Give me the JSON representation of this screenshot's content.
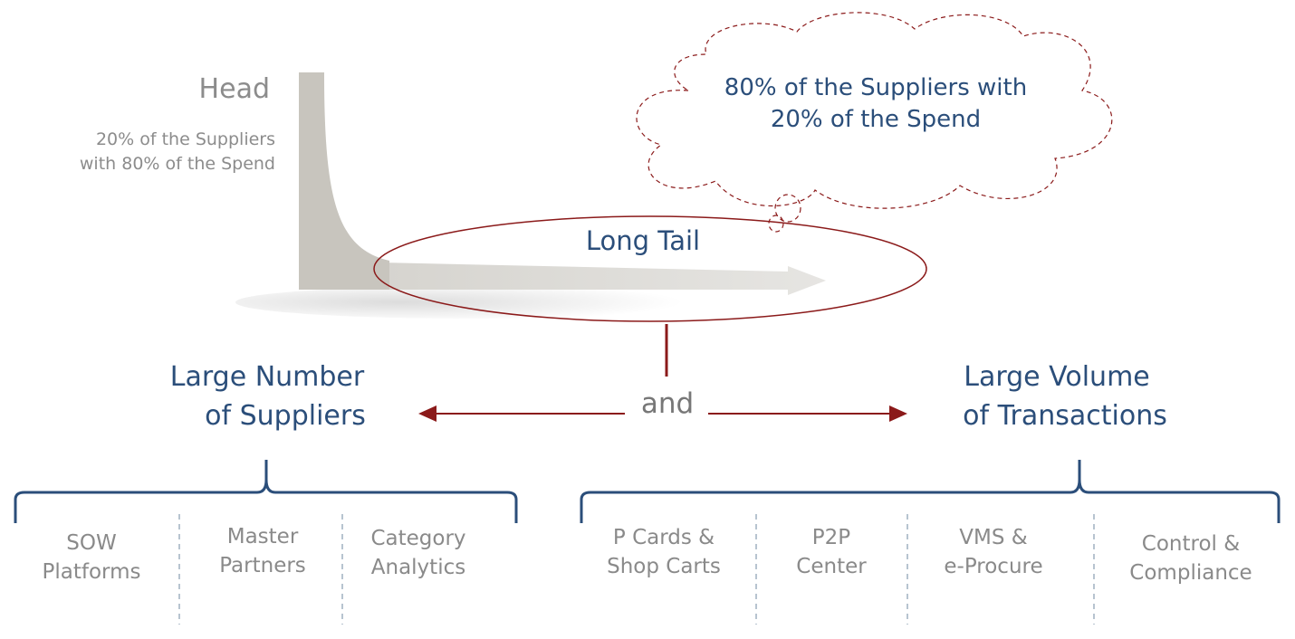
{
  "head": {
    "title": "Head",
    "line1": "20% of the Suppliers",
    "line2": "with 80% of the Spend"
  },
  "cloud": {
    "line1": "80% of the Suppliers with",
    "line2": "20% of the Spend"
  },
  "long_tail": "Long Tail",
  "connector": "and",
  "left_group": {
    "line1": "Large Number",
    "line2": "of Suppliers",
    "items": [
      {
        "l1": "SOW",
        "l2": "Platforms"
      },
      {
        "l1": "Master",
        "l2": "Partners"
      },
      {
        "l1": "Category",
        "l2": "Analytics"
      }
    ]
  },
  "right_group": {
    "line1": "Large Volume",
    "line2": "of Transactions",
    "items": [
      {
        "l1": "P Cards &",
        "l2": "Shop Carts"
      },
      {
        "l1": "P2P",
        "l2": "Center"
      },
      {
        "l1": "VMS &",
        "l2": "e-Procure"
      },
      {
        "l1": "Control &",
        "l2": "Compliance"
      }
    ]
  },
  "colors": {
    "blue": "#2b4e7a",
    "red": "#8b1a1a",
    "gray": "#8c8c8c",
    "shape": "#c8c5be"
  }
}
